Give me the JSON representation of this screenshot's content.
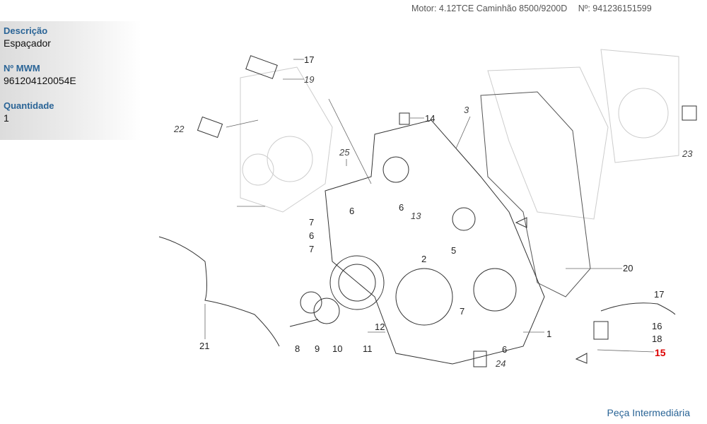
{
  "header": {
    "motor": "Motor: 4.12TCE Caminhão 8500/9200D",
    "number": "Nº: 941236151599"
  },
  "details": [
    {
      "label": "Descrição",
      "value": "Espaçador"
    },
    {
      "label": "Nº MWM",
      "value": "961204120054E"
    },
    {
      "label": "Quantidade",
      "value": "1"
    }
  ],
  "callouts": [
    "17",
    "19",
    "22",
    "14",
    "3",
    "25",
    "6",
    "6",
    "13",
    "7",
    "6",
    "7",
    "5",
    "2",
    "20",
    "12",
    "7",
    "1",
    "6",
    "24",
    "8",
    "9",
    "10",
    "11",
    "21",
    "17",
    "16",
    "18",
    "15",
    "23"
  ],
  "highlight_color": "#dd0000",
  "footer": {
    "next_label": "Peça Intermediária"
  }
}
